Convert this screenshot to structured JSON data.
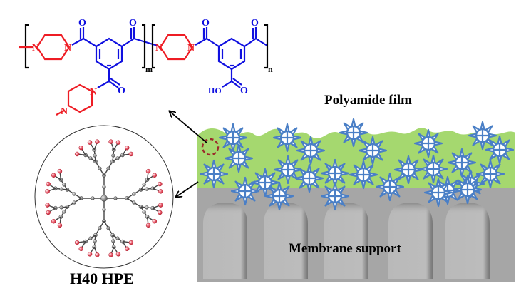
{
  "figure": {
    "type": "schematic",
    "description": "Thin-film composite membrane with H40 hyperbranched polyester embedded in polyamide film"
  },
  "labels": {
    "polyamide_film": "Polyamide film",
    "membrane_support": "Membrane support",
    "hpe": "H40 HPE"
  },
  "structure": {
    "atoms": {
      "N": "N",
      "O": "O",
      "HO": "HO"
    },
    "subscripts": {
      "m": "m",
      "n": "n"
    }
  },
  "colors": {
    "piperazine": "#ee1c24",
    "trimesoyl": "#1010e0",
    "bracket": "#000000",
    "film_green": "#a5d86f",
    "support_gray": "#a6a6a6",
    "pore_gray": "#bdbdbd",
    "particle_blue": "#4a7fc6",
    "highlight_circle": "#9b2a2a",
    "hpe_carbon": "#8c8c8c",
    "hpe_oxygen": "#e04050"
  },
  "particles_count": 27,
  "pores_count": 5
}
